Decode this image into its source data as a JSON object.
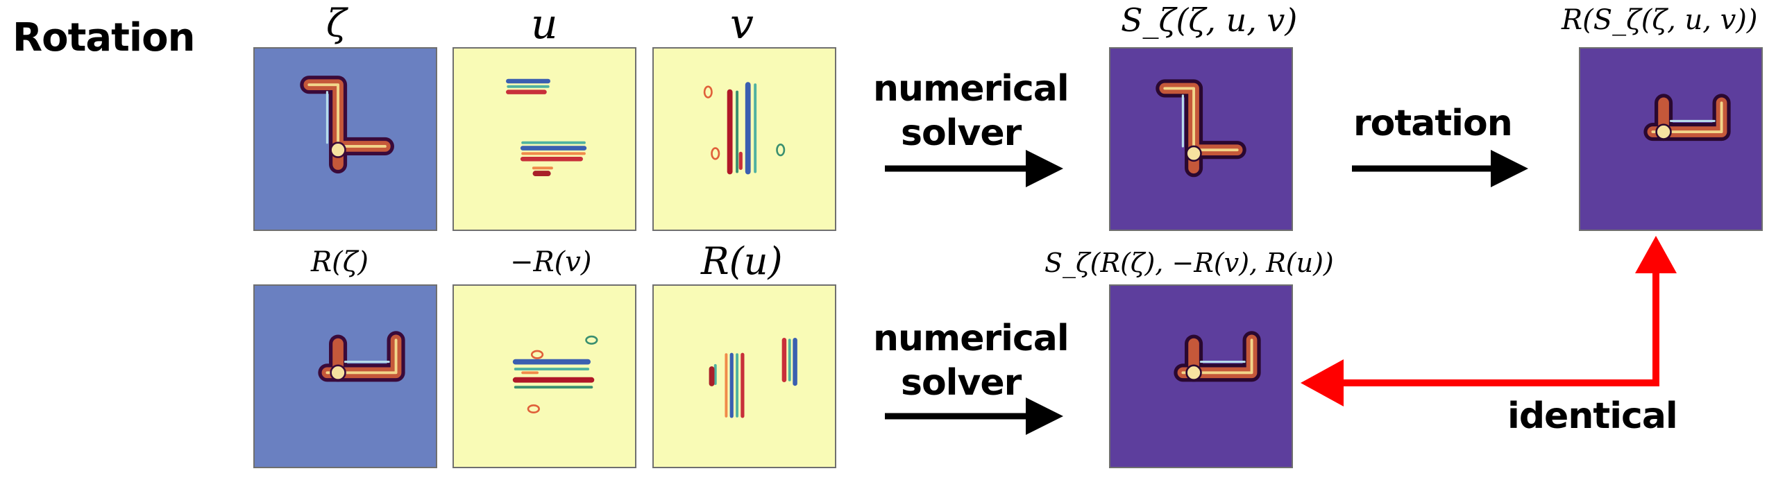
{
  "title": "Rotation",
  "colors": {
    "zeta_bg": "#6a80c1",
    "velocity_bg": "#f9fbb6",
    "solution_bg": "#5d3e9d",
    "arrow_black": "#000000",
    "arrow_red": "#ff0000"
  },
  "top_row": {
    "labels": [
      "ζ",
      "u",
      "v"
    ],
    "solver_label_line1": "numerical",
    "solver_label_line2": "solver",
    "solution_label": "S_ζ(ζ, u, v)",
    "rotation_label": "rotation",
    "rotated_label": "R(S_ζ(ζ, u, v))"
  },
  "bottom_row": {
    "labels": [
      "R(ζ)",
      "−R(v)",
      "R(u)"
    ],
    "solver_label_line1": "numerical",
    "solver_label_line2": "solver",
    "solution_label": "S_ζ(R(ζ), −R(v), R(u))",
    "identical_label": "identical"
  }
}
